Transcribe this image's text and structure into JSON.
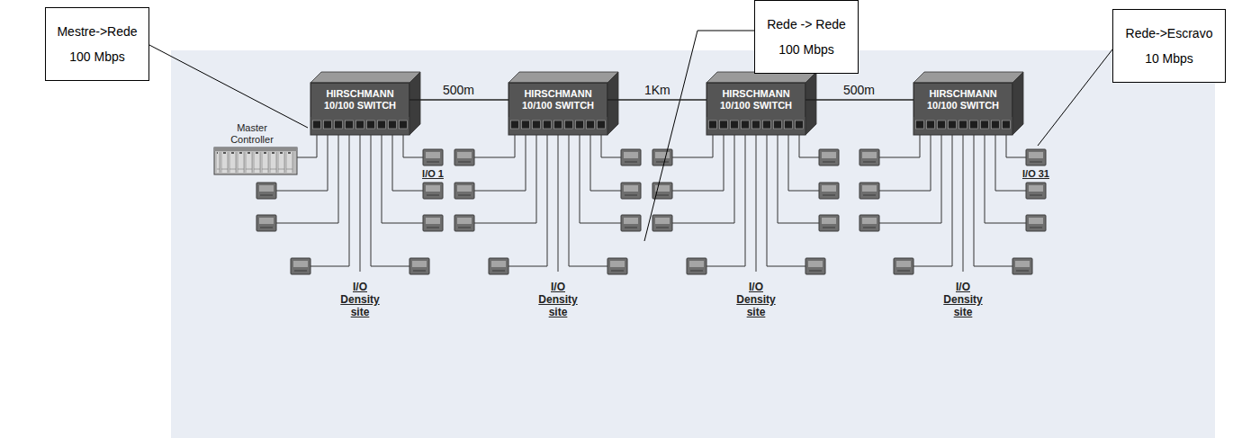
{
  "diagram": {
    "nodes": [
      {
        "text": [
          "Mestre->Rede 100 Mbps"
        ]
      },
      {
        "text": [
          "Rede -> Rede 100 Mbps"
        ]
      },
      {
        "text": [
          "Rede->Escravo 10 Mbps"
        ]
      },
      {
        "text": [
          "HIRSCHMANN 10/100 SWITCH"
        ]
      },
      {
        "text": [
          "HIRSCHMANN 10/100 SWITCH"
        ]
      },
      {
        "text": [
          "HIRSCHMANN 10/100 SWITCH"
        ]
      },
      {
        "text": [
          "HIRSCHMANN 10/100 SWITCH"
        ]
      }
    ],
    "edges": [
      {
        "from": 3,
        "to": 4,
        "arrow": "none",
        "label": "500m"
      },
      {
        "from": 4,
        "to": 5,
        "arrow": "none",
        "label": "1Km"
      },
      {
        "from": 5,
        "to": 6,
        "arrow": "none",
        "label": "500m"
      }
    ],
    "labels": [
      "Master Controller",
      "I/O 1",
      "I/O Density site",
      "I/O Density site",
      "I/O Density site",
      "I/O Density site",
      "I/O 31"
    ]
  }
}
